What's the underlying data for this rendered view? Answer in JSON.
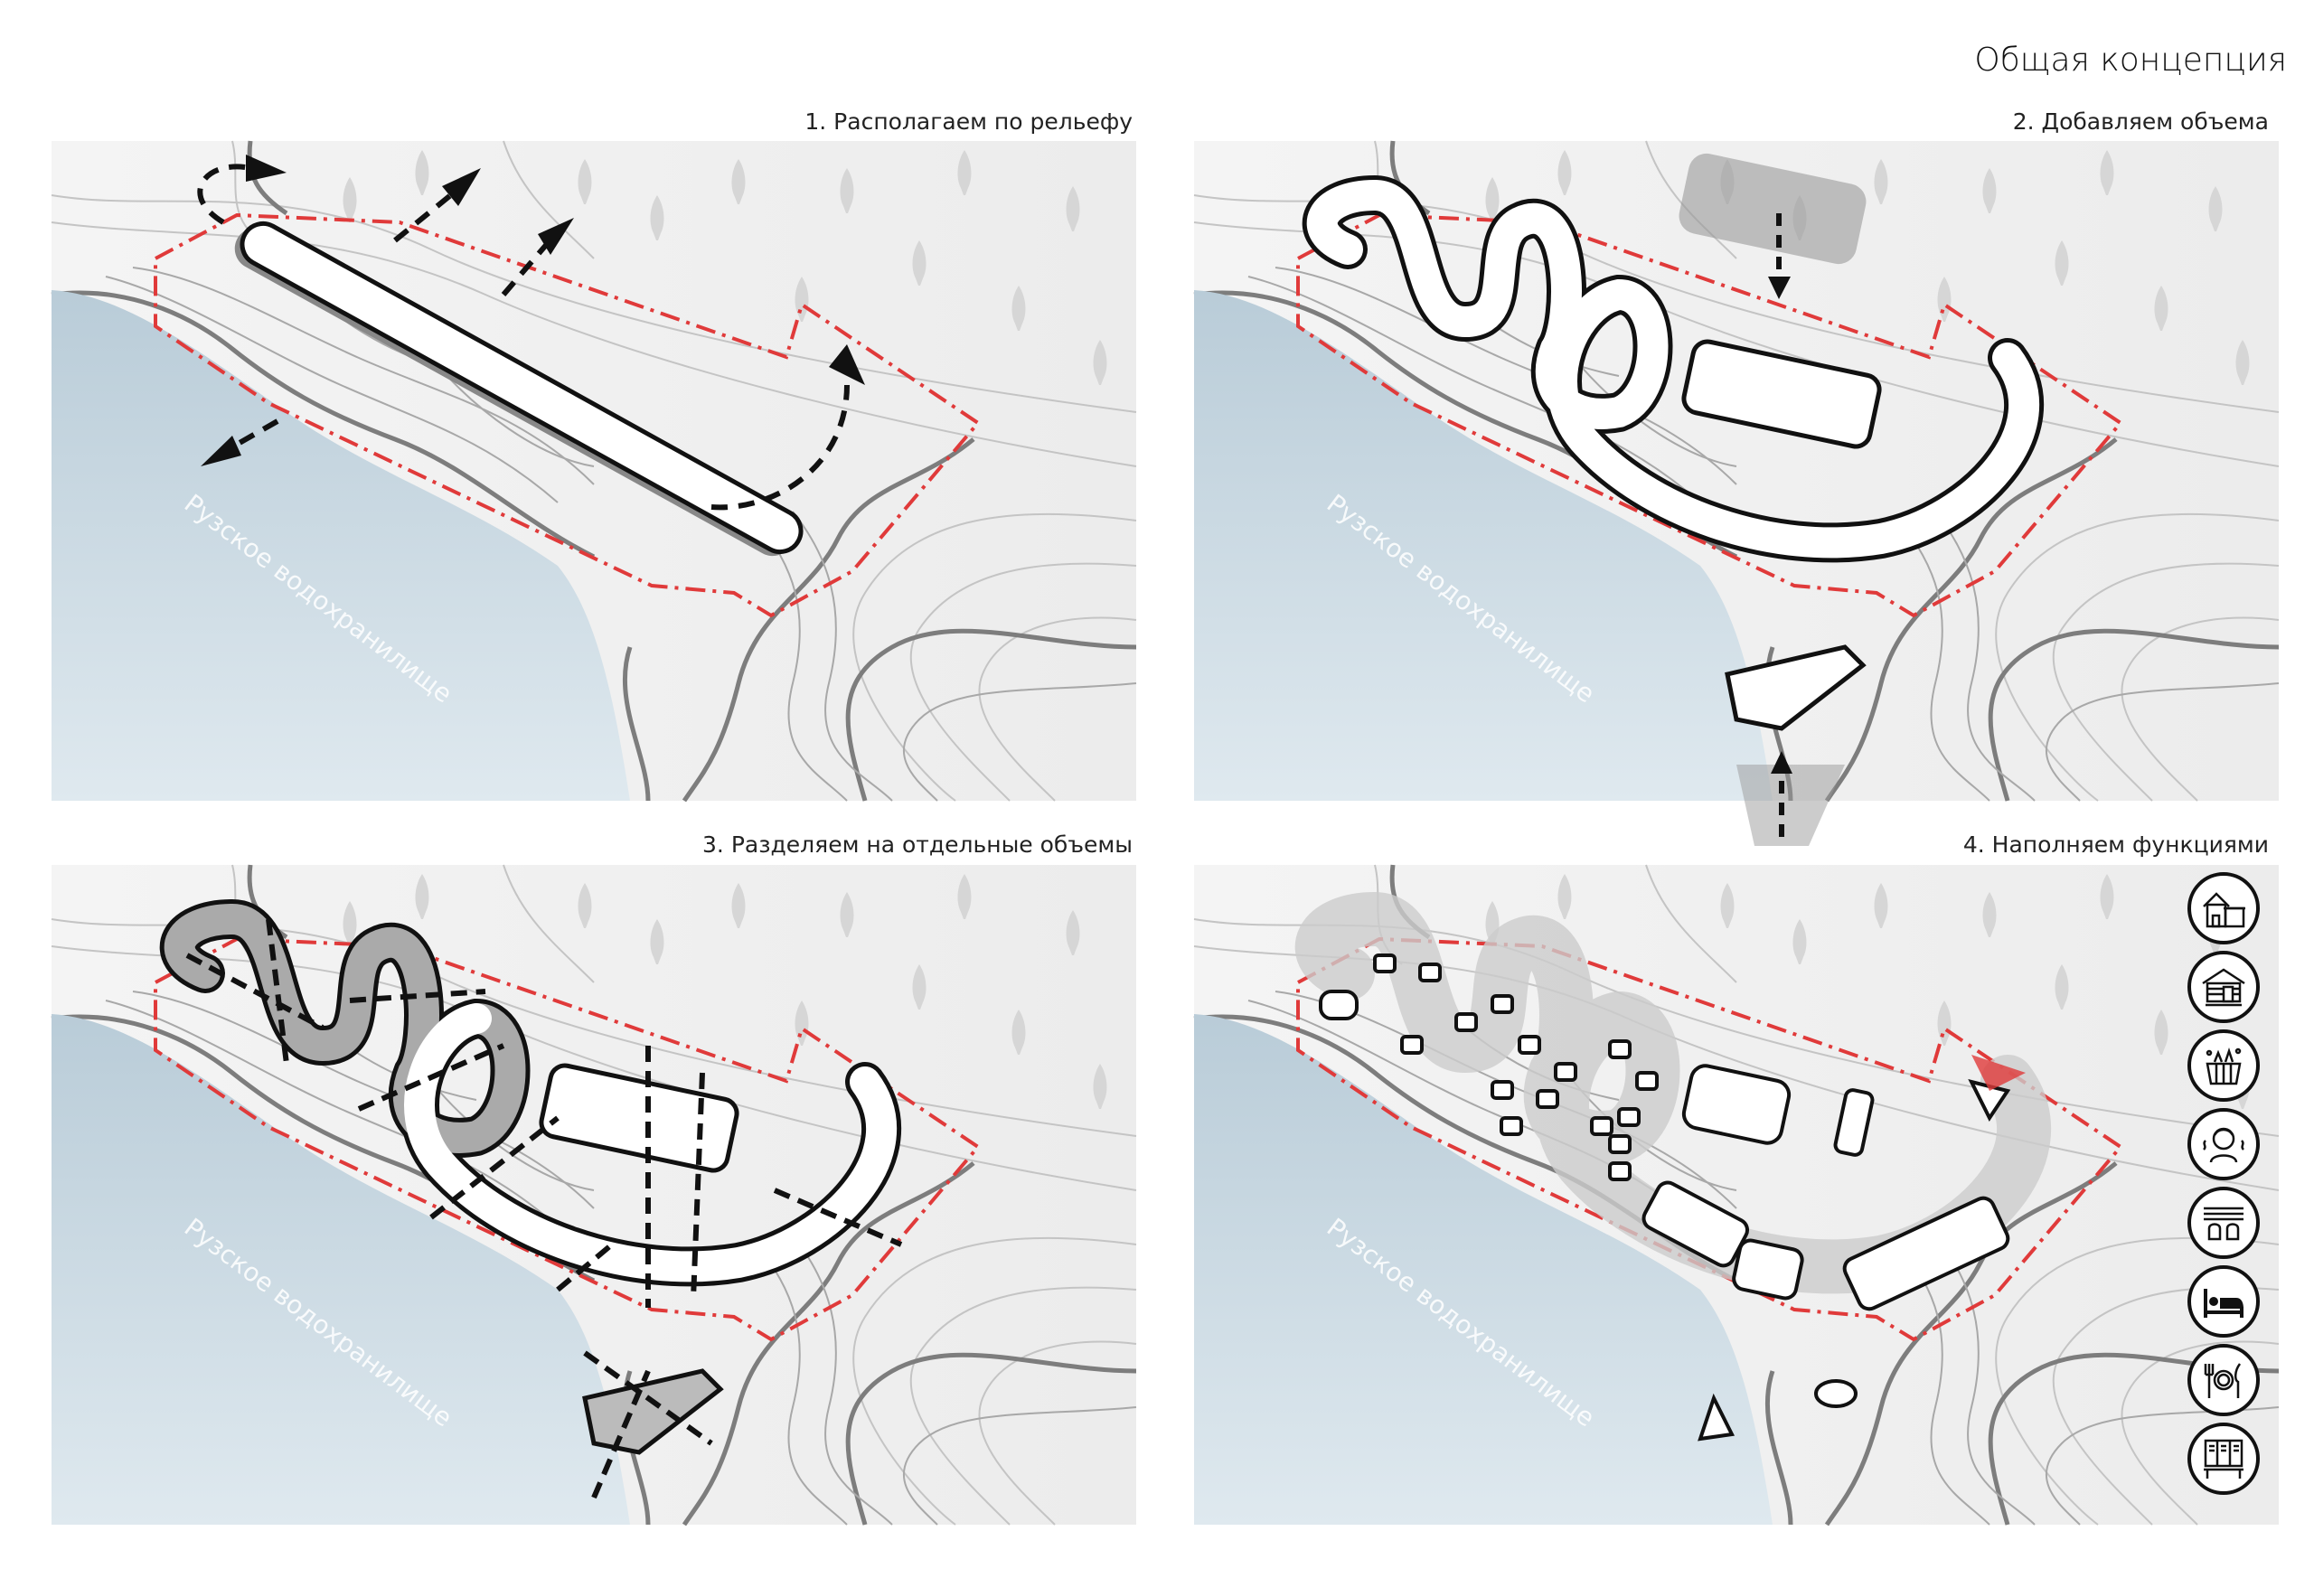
{
  "title": "Общая концепция",
  "panels": [
    {
      "title": "1. Располагаем по рельефу",
      "water_label": "Рузское водохранилище"
    },
    {
      "title": "2. Добавляем объема",
      "water_label": "Рузское водохранилище"
    },
    {
      "title": "3. Разделяем на отдельные объемы",
      "water_label": "Рузское водохранилище"
    },
    {
      "title": "4. Наполняем функциями",
      "water_label": "Рузское водохранилище"
    }
  ],
  "legend_icons": [
    "house-icon",
    "cabin-icon",
    "hot-tub-icon",
    "spa-icon",
    "sauna-slippers-icon",
    "bed-icon",
    "restaurant-icon",
    "locker-room-icon"
  ],
  "colors": {
    "boundary": "#e03a3a",
    "water": "#cfdde6",
    "contour": "#8a8a8a",
    "tree": "#d8d8d8",
    "mass": "#ffffff",
    "shadow": "#9a9a9a"
  }
}
